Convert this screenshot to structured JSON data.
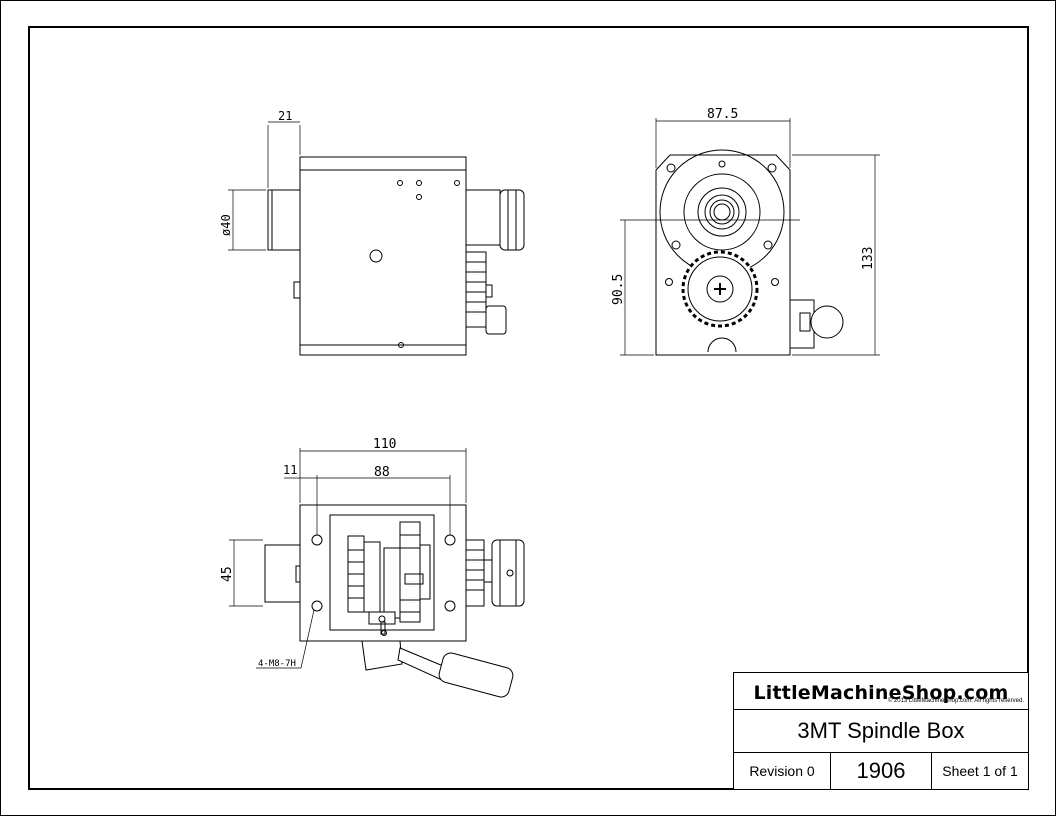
{
  "title_block": {
    "company": "LittleMachineShop.com",
    "copyright": "© 2013 LittleMachineShop.com. All rights reserved.",
    "part_name": "3MT Spindle Box",
    "revision": "Revision 0",
    "part_number": "1906",
    "sheet": "Sheet 1 of 1"
  },
  "dimensions": {
    "side_width": "21",
    "side_dia": "ø40",
    "front_width": "87.5",
    "front_height": "133",
    "front_center_height": "90.5",
    "top_overall": "110",
    "top_holes": "88",
    "top_offset": "11",
    "top_depth": "45",
    "thread_callout": "4-M8-7H"
  }
}
